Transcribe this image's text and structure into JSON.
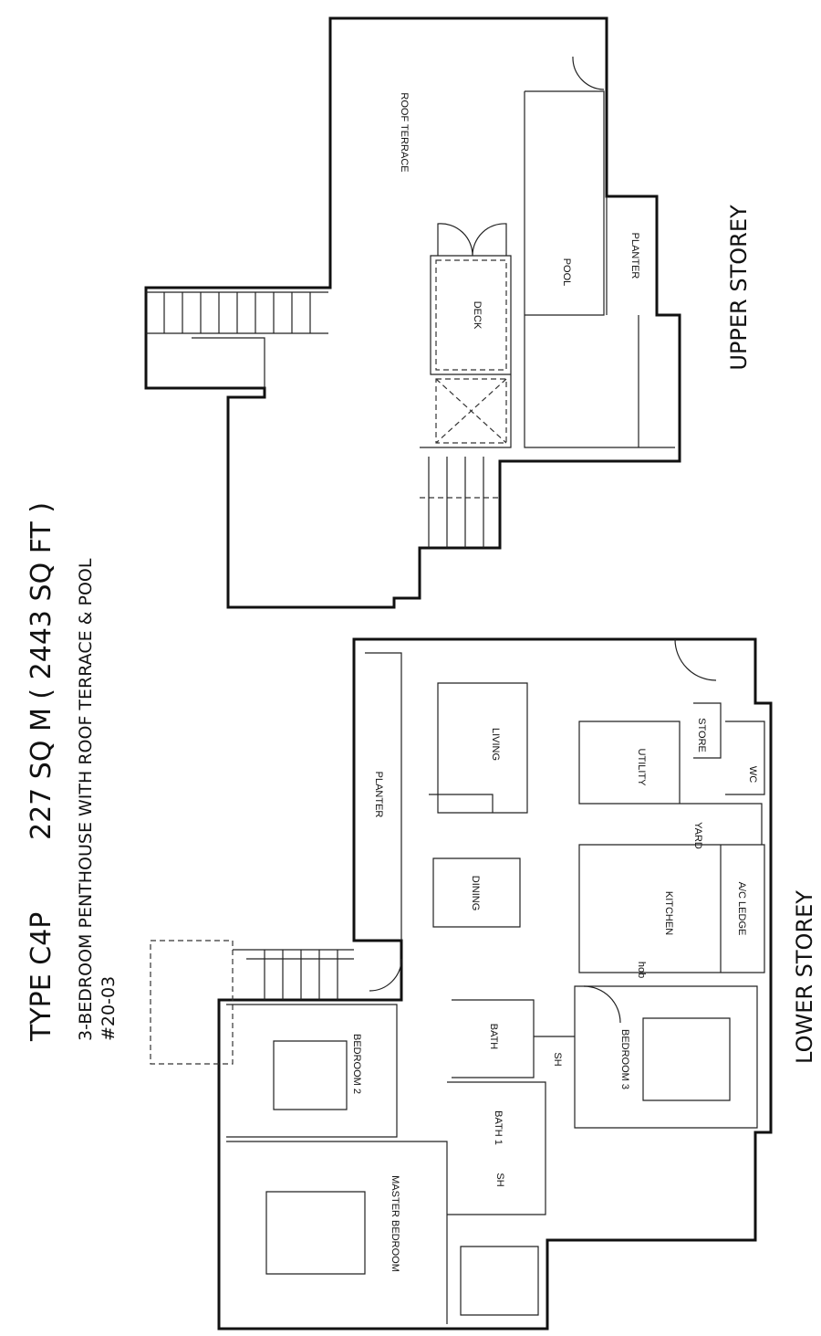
{
  "title": {
    "type": "TYPE C4P",
    "area": "227 SQ M ( 2443 SQ FT )",
    "subtitle": "3-BEDROOM PENTHOUSE WITH ROOF TERRACE & POOL",
    "unit": "#20-03"
  },
  "upper": {
    "label": "UPPER STOREY",
    "rooms": {
      "roof_terrace": "ROOF TERRACE",
      "deck": "DECK",
      "pool": "POOL",
      "planter": "PLANTER"
    }
  },
  "lower": {
    "label": "LOWER STOREY",
    "rooms": {
      "living": "LIVING",
      "planter": "PLANTER",
      "dining": "DINING",
      "kitchen": "KITCHEN",
      "hob": "hob",
      "utility": "UTILITY",
      "store": "STORE",
      "wc": "WC",
      "yard": "YARD",
      "ac_ledge": "A/C LEDGE",
      "bedroom2": "BEDROOM 2",
      "bath2": "BATH",
      "sh1": "SH",
      "bedroom3": "BEDROOM 3",
      "bath1": "BATH 1",
      "sh2": "SH",
      "master": "MASTER BEDROOM"
    }
  }
}
